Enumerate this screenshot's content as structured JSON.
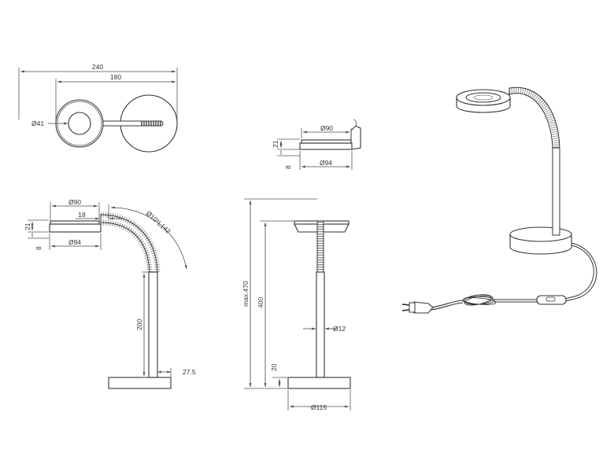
{
  "labels": {
    "top_view_overall_width": "240",
    "top_view_width": "180",
    "top_view_head_diameter": "Ø41",
    "head_detail_diameter_top": "Ø90",
    "head_detail_height": "21",
    "head_detail_thickness": "8",
    "head_detail_diameter_bottom": "Ø94",
    "side_head_diameter_top": "Ø90",
    "side_head_offset": "18",
    "side_head_height": "21",
    "side_head_thickness": "8",
    "side_head_diameter_bottom": "Ø94",
    "gooseneck": "Ø10*L142",
    "side_pole_height": "200",
    "side_base_offset": "27.5",
    "front_max_height": "max.470",
    "front_height": "400",
    "front_pole_diameter": "Ø12",
    "front_base_height": "20",
    "front_base_diameter": "Ø115"
  },
  "colors": {
    "line": "#333333",
    "dimension": "#4a4a4a",
    "background": "#ffffff"
  }
}
